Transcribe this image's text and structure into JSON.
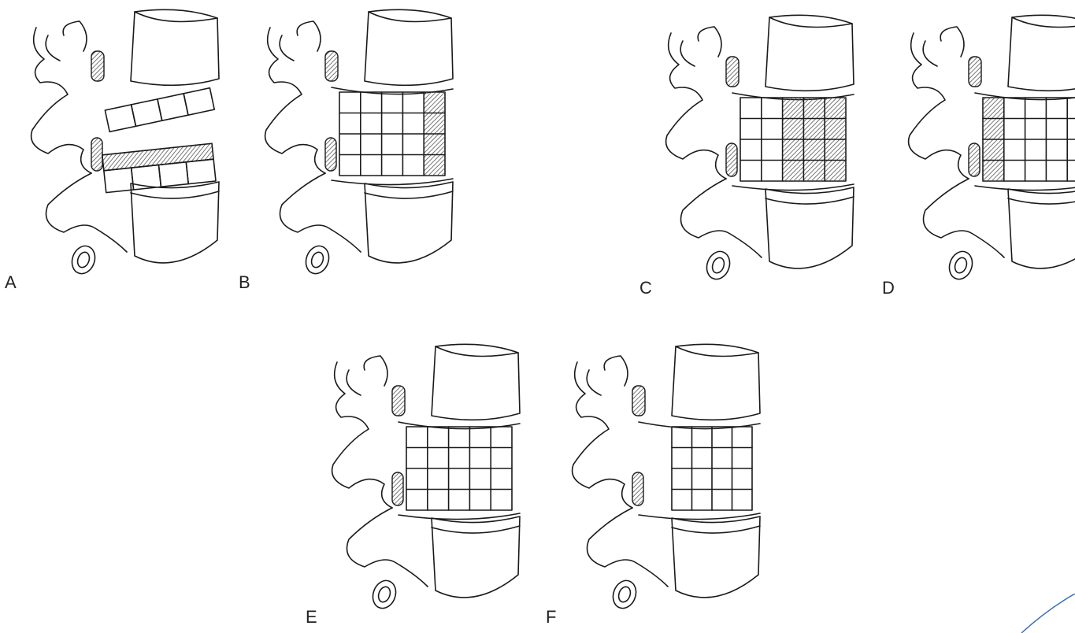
{
  "panels": [
    {
      "id": "a",
      "label": "A",
      "variant": "exploded"
    },
    {
      "id": "b",
      "label": "B",
      "variant": "grid-right-shaded"
    },
    {
      "id": "c",
      "label": "C",
      "variant": "grid-center-shaded"
    },
    {
      "id": "d",
      "label": "D",
      "variant": "grid-left-shaded"
    },
    {
      "id": "e",
      "label": "E",
      "variant": "grid-posterior-shaded"
    },
    {
      "id": "f",
      "label": "F",
      "variant": "grid-partial"
    }
  ],
  "colors": {
    "line": "#1a1a1a",
    "shade": "#555555",
    "accent": "#3d6fb5"
  }
}
